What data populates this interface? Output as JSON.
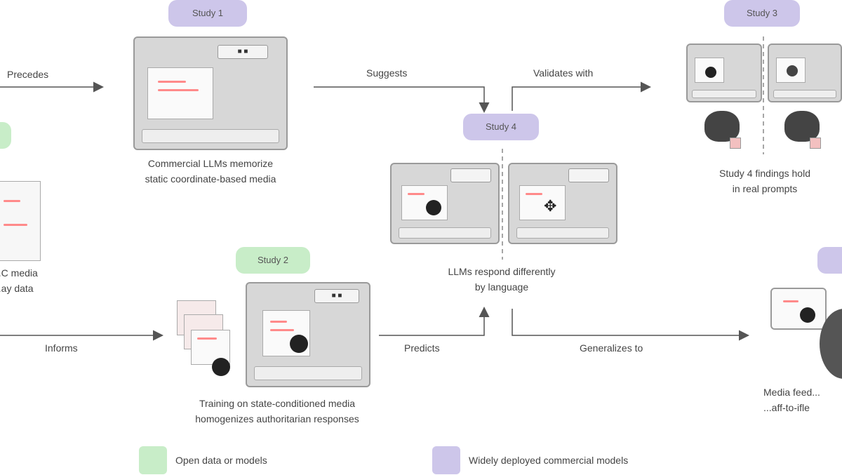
{
  "badges": {
    "study1": "Study 1",
    "study2": "Study 2",
    "study3": "Study 3",
    "study4": "Study 4"
  },
  "edges": {
    "precedes": "Precedes",
    "suggests": "Suggests",
    "validates_with": "Validates with",
    "informs": "Informs",
    "predicts": "Predicts",
    "generalizes_to": "Generalizes to"
  },
  "captions": {
    "study1_line1": "Commercial LLMs memorize",
    "study1_line2": "static coordinate-based media",
    "study4_line1": "LLMs respond differently",
    "study4_line2": "by language",
    "study2_line1": "Training on state-conditioned media",
    "study2_line2": "homogenizes authoritarian responses",
    "topright_line1": "Study 4 findings hold",
    "topright_line2": "in real prompts",
    "left_line1": "...C media",
    "left_line2": "...ay data",
    "right_line1": "Media feed...",
    "right_line2": "...aff-to-ifle"
  },
  "legend": {
    "open": "Open data or models",
    "commercial": "Widely deployed commercial models"
  },
  "colors": {
    "purple": "#cdc6ea",
    "green": "#c8edc8",
    "arrow": "#555555"
  }
}
